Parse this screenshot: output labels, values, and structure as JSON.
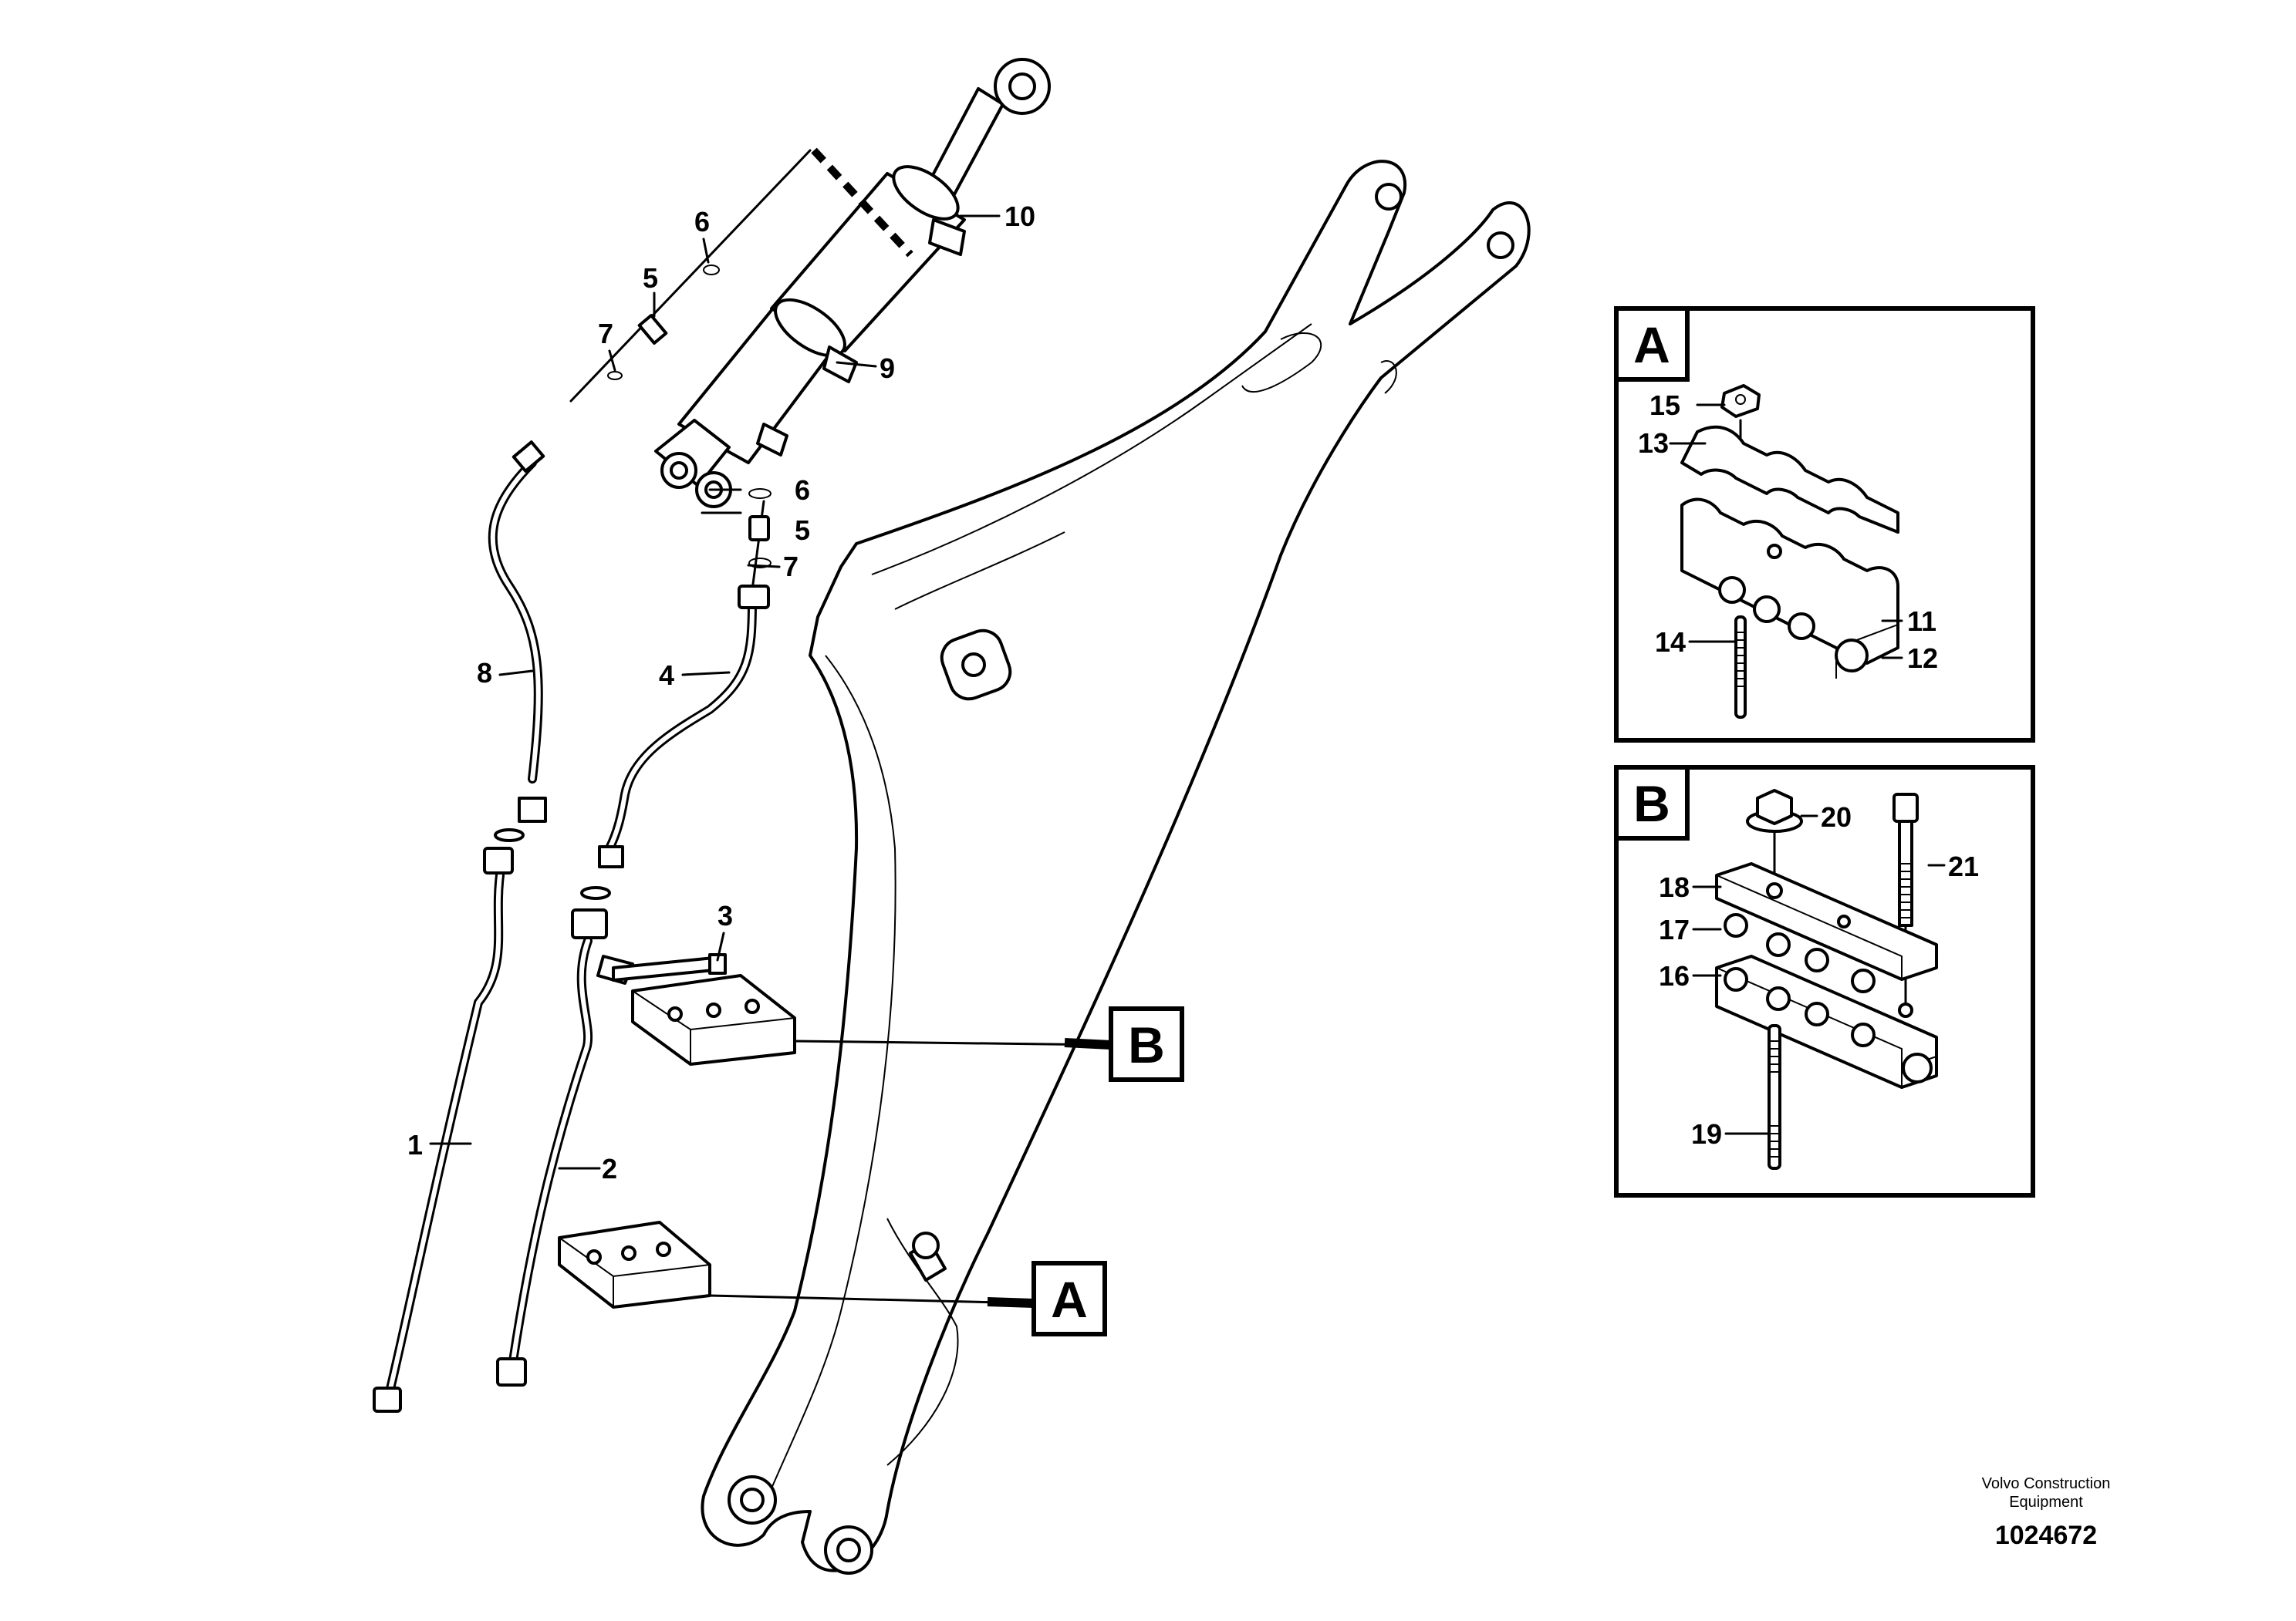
{
  "callouts": {
    "c1": "1",
    "c2": "2",
    "c3": "3",
    "c4": "4",
    "c5a": "5",
    "c5b": "5",
    "c6a": "6",
    "c6b": "6",
    "c7a": "7",
    "c7b": "7",
    "c8": "8",
    "c9": "9",
    "c10": "10",
    "c11": "11",
    "c12": "12",
    "c13": "13",
    "c14": "14",
    "c15": "15",
    "c16": "16",
    "c17": "17",
    "c18": "18",
    "c19": "19",
    "c20": "20",
    "c21": "21"
  },
  "detail_tags": {
    "a_main": "A",
    "b_main": "B",
    "a_box": "A",
    "b_box": "B"
  },
  "footer": {
    "company_line1": "Volvo Construction",
    "company_line2": "Equipment",
    "drawing_number": "1024672"
  }
}
